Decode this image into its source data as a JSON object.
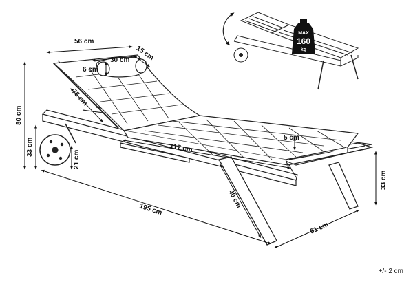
{
  "dimensions": {
    "backrest_width": "56 cm",
    "pillow_length": "30 cm",
    "pillow_depth": "15 cm",
    "pillow_height": "6 cm",
    "backrest_length": "75 cm",
    "seat_length": "117 cm",
    "cushion_thickness": "5 cm",
    "total_height": "80 cm",
    "frame_height": "33 cm",
    "wheel_diameter": "21 cm",
    "total_length": "195 cm",
    "leg_length": "40 cm",
    "depth_right": "61 cm",
    "front_height": "33 cm"
  },
  "badge": {
    "max_label": "MAX",
    "load": "160",
    "unit": "kg"
  },
  "tolerance": "+/- 2 cm"
}
